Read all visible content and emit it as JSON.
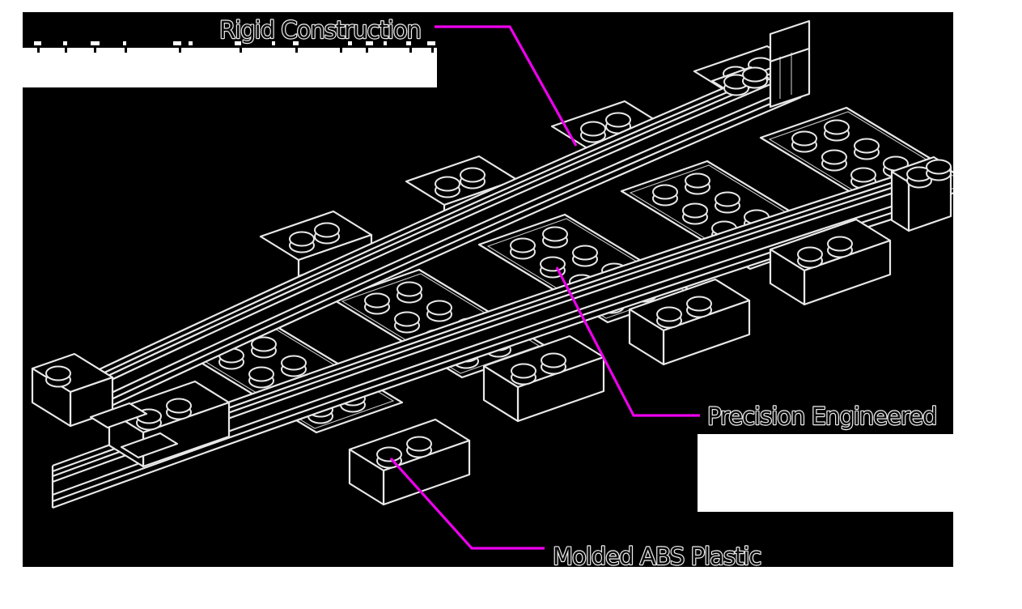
{
  "figure": {
    "subject": "lego-train-track-isometric-wireframe"
  },
  "colors": {
    "page_background": "#ffffff",
    "stage_background": "#000000",
    "wireframe": "#e8e8e8",
    "callout": "#ee00ee",
    "label_outline": "#ececec"
  },
  "callouts": [
    {
      "label": "Rigid Construction"
    },
    {
      "label": "Precision Engineered"
    },
    {
      "label": "Molded ABS Plastic"
    }
  ]
}
